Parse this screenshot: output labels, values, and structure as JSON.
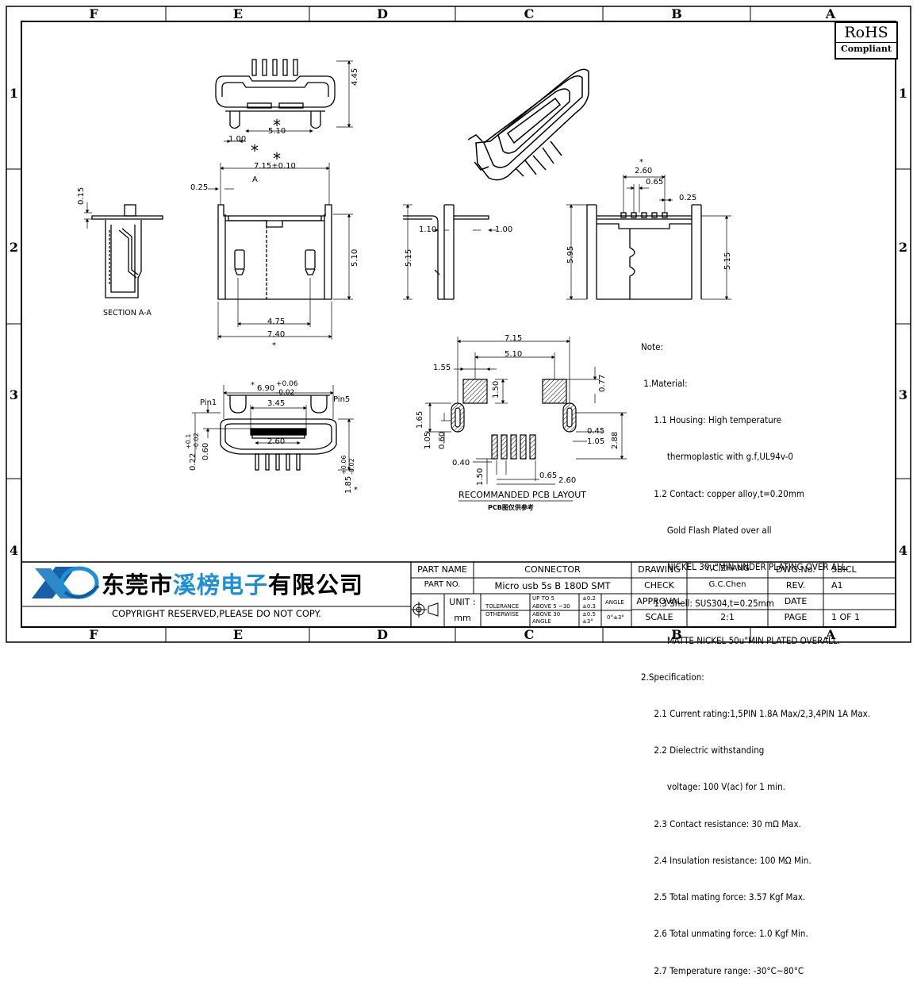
{
  "border": {
    "columns": [
      "F",
      "E",
      "D",
      "C",
      "B",
      "A"
    ],
    "rows": [
      "1",
      "2",
      "3",
      "4"
    ]
  },
  "rohs": {
    "title": "RoHS",
    "subtitle": "Compliant"
  },
  "company": {
    "name_black_1": "东莞市",
    "name_blue": "溪榜电子",
    "name_black_2": "有限公司"
  },
  "copyright": "COPYRIGHT RESERVED,PLEASE DO NOT COPY.",
  "dims": {
    "top_h": "4.45",
    "top_w1": "5.10",
    "top_w2": "1.00",
    "front_w": "7.15±0.10",
    "front_a": "A",
    "front_t": "0.25",
    "front_h": "5.10",
    "front_b1": "4.75",
    "front_b2": "7.40",
    "sec_t": "0.15",
    "sec_label": "SECTION A-A",
    "side_h": "5.15",
    "side_a": "1.10",
    "side_b": "1.00",
    "rear_a": "2.60",
    "rear_b": "0.65",
    "rear_c": "0.25",
    "rear_h1": "5.95",
    "rear_h2": "5.15",
    "bot_w": "6.90",
    "bot_tol_up": "+0.06",
    "bot_tol_dn": "-0.02",
    "bot_w2": "3.45",
    "bot_w3": "2.60",
    "bot_h1": "0.60",
    "bot_h2": "0.22",
    "bot_h2_tol_up": "+0.1",
    "bot_h2_tol_dn": "-0.02",
    "bot_h3": "1.85",
    "bot_h3_tol_up": "+0.06",
    "bot_h3_tol_dn": "-0.02",
    "pin1": "Pin1",
    "pin5": "Pin5",
    "pcb_w1": "7.15",
    "pcb_w2": "5.10",
    "pcb_a": "1.55",
    "pcb_b": "1.50",
    "pcb_c": "0.77",
    "pcb_d": "1.65",
    "pcb_e": "1.05",
    "pcb_f": "0.60",
    "pcb_g": "0.45",
    "pcb_h": "1.05",
    "pcb_i": "2.88",
    "pcb_j": "0.40",
    "pcb_k": "1.50",
    "pcb_l": "0.65",
    "pcb_m": "2.60",
    "pcb_title": "RECOMMANDED PCB LAYOUT",
    "pcb_sub": "PCB图仅供参考",
    "star": "*"
  },
  "notes": [
    "Note:",
    " 1.Material:",
    "     1.1 Housing: High temperature",
    "          thermoplastic with g.f,UL94v-0",
    "     1.2 Contact: copper alloy,t=0.20mm",
    "          Gold Flash Plated over all",
    "          NICKEL 30u\"MIN UNDER PLATING OVER ALL.",
    "     1.3 Shell: SUS304,t=0.25mm",
    "          MATTE NICKEL 50u\"MIN PLATED OVERALL.",
    "2.Specification:",
    "     2.1 Current rating:1,5PIN 1.8A Max/2,3,4PIN 1A Max.",
    "     2.2 Dielectric withstanding",
    "          voltage: 100 V(ac) for 1 min.",
    "     2.3 Contact resistance: 30 mΩ Max.",
    "     2.4 Insulation resistance: 100 MΩ Min.",
    "     2.5 Total mating force: 3.57 Kgf Max.",
    "     2.6 Total unmating force: 1.0 Kgf Min.",
    "     2.7 Temperature range: -30°C~80°C"
  ],
  "title_block": {
    "part_name_label": "PART NAME",
    "part_name": "CONNECTOR",
    "part_no_label": "PART NO.",
    "part_no": "Micro usb 5s B 180D SMT",
    "unit_label": "UNIT :",
    "unit": "mm",
    "tol_label_1": "TOLERANCE",
    "tol_label_2": "OTHERWISE",
    "tol_rows": [
      "UP TO 5",
      "ABOVE 5 ~30",
      "ABOVE 30"
    ],
    "tol_vals": [
      "±0.2",
      "±0.3",
      "±0.5"
    ],
    "angle_label": "ANGLE",
    "angle_val": "±3°",
    "angle_head": "ANGLE",
    "angle_tol": "0°±3°",
    "drawing_label": "DRAWING",
    "drawing": "Y,C,ZHANG",
    "check_label": "CHECK",
    "check": "G.C.Chen",
    "approval_label": "APPROVAL",
    "approval": "",
    "scale_label": "SCALE",
    "scale": "2:1",
    "dwg_label": "DWG.No.",
    "dwg": "SBICL",
    "rev_label": "REV.",
    "rev": "A1",
    "date_label": "DATE",
    "date": "",
    "page_label": "PAGE",
    "page": "1 OF 1"
  }
}
